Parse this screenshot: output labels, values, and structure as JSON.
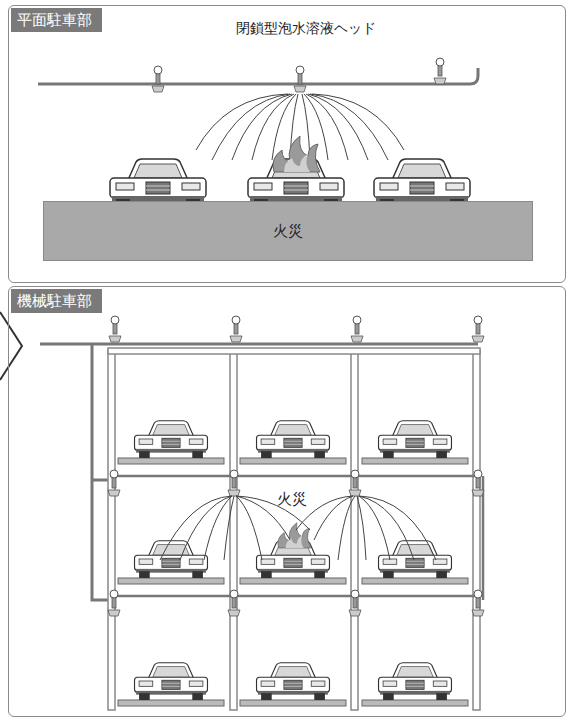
{
  "diagram": {
    "nodes": [
      {
        "text": [
          "平面駐車部"
        ]
      },
      {
        "text": [
          "火災"
        ],
        "in": 0
      },
      {
        "text": [
          "機械駐車部"
        ]
      }
    ],
    "labels": [
      "閉鎖型泡水溶液ヘッド",
      "火災"
    ]
  }
}
